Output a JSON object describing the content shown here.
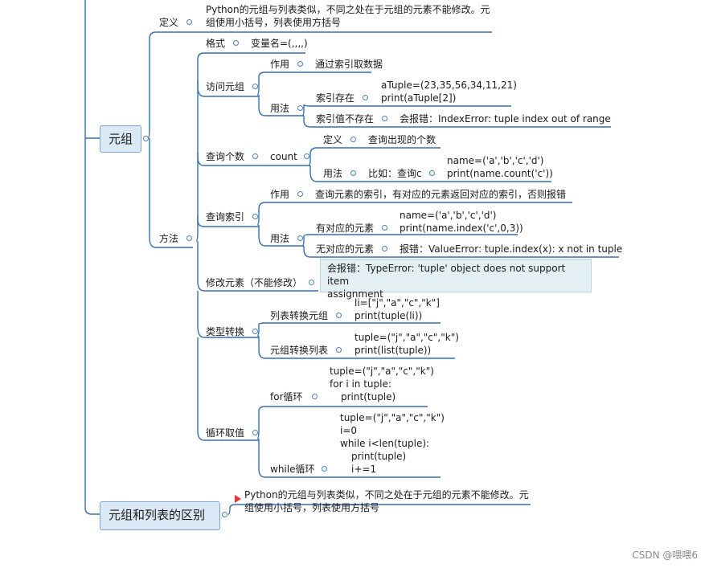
{
  "roots": {
    "tuple": "元组",
    "diff": "元组和列表的区别"
  },
  "definition": {
    "label": "定义",
    "text_line1": "Python的元组与列表类似，不同之处在于元组的元素不能修改。元",
    "text_line2": "组使用小括号，列表使用方括号"
  },
  "methods": {
    "label": "方法",
    "format": {
      "label": "格式",
      "value": "变量名=(,,,,)"
    },
    "access": {
      "label": "访问元组",
      "use_label": "作用",
      "use_value": "通过索引取数据",
      "usage_label": "用法",
      "exists_label": "索引存在",
      "exists_code1": "aTuple=(23,35,56,34,11,21)",
      "exists_code2": "print(aTuple[2])",
      "missing_label": "索引值不存在",
      "missing_value": "会报错：IndexError: tuple index out of range"
    },
    "count": {
      "label": "查询个数",
      "func": "count",
      "def_label": "定义",
      "def_value": "查询出现的个数",
      "usage_label": "用法",
      "example_label": "比如：查询c",
      "code1": "name=('a','b','c','d')",
      "code2": "print(name.count('c'))"
    },
    "index": {
      "label": "查询索引",
      "use_label": "作用",
      "use_value": "查询元素的索引，有对应的元素返回对应的索引，否则报错",
      "usage_label": "用法",
      "has_label": "有对应的元素",
      "has_code1": "name=('a','b','c','d')",
      "has_code2": "print(name.index('c',0,3))",
      "none_label": "无对应的元素",
      "none_value": "报错：ValueError: tuple.index(x): x not in tuple"
    },
    "modify": {
      "label": "修改元素（不能修改）",
      "note_line1": "会报错：TypeError: 'tuple' object does not support item",
      "note_line2": "assignment"
    },
    "convert": {
      "label": "类型转换",
      "l2t_label": "列表转换元组",
      "l2t_code1": "li=[\"j\",\"a\",\"c\",\"k\"]",
      "l2t_code2": "print(tuple(li))",
      "t2l_label": "元组转换列表",
      "t2l_code1": "tuple=(\"j\",\"a\",\"c\",\"k\")",
      "t2l_code2": "print(list(tuple))"
    },
    "loop": {
      "label": "循环取值",
      "for_label": "for循环",
      "for_code1": "tuple=(\"j\",\"a\",\"c\",\"k\")",
      "for_code2": "for i in tuple:",
      "for_code3": "print(tuple)",
      "while_label": "while循环",
      "while_code1": "tuple=(\"j\",\"a\",\"c\",\"k\")",
      "while_code2": "i=0",
      "while_code3": "while i<len(tuple):",
      "while_code4": "print(tuple)",
      "while_code5": "i+=1"
    }
  },
  "difference": {
    "text_line1": "Python的元组与列表类似，不同之处在于元组的元素不能修改。元",
    "text_line2": "组使用小括号，列表使用方括号"
  },
  "watermark": "CSDN @喂喂6",
  "colors": {
    "line": "#2f6fc2",
    "root_fill": "#dbe8f6",
    "note_fill": "#e4eff3",
    "flag": "#e03a2a"
  }
}
